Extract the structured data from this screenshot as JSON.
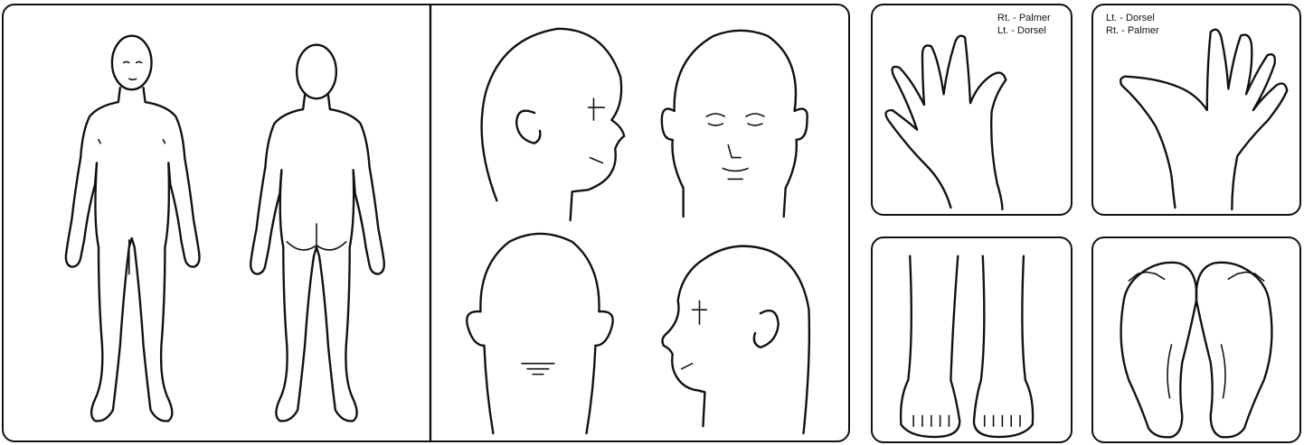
{
  "hand_labels": {
    "right_panel_first": "Rt. - Palmer",
    "right_panel_second": "Lt. - Dorsel",
    "left_panel_first": "Lt. - Dorsel",
    "left_panel_second": "Rt. - Palmer"
  }
}
